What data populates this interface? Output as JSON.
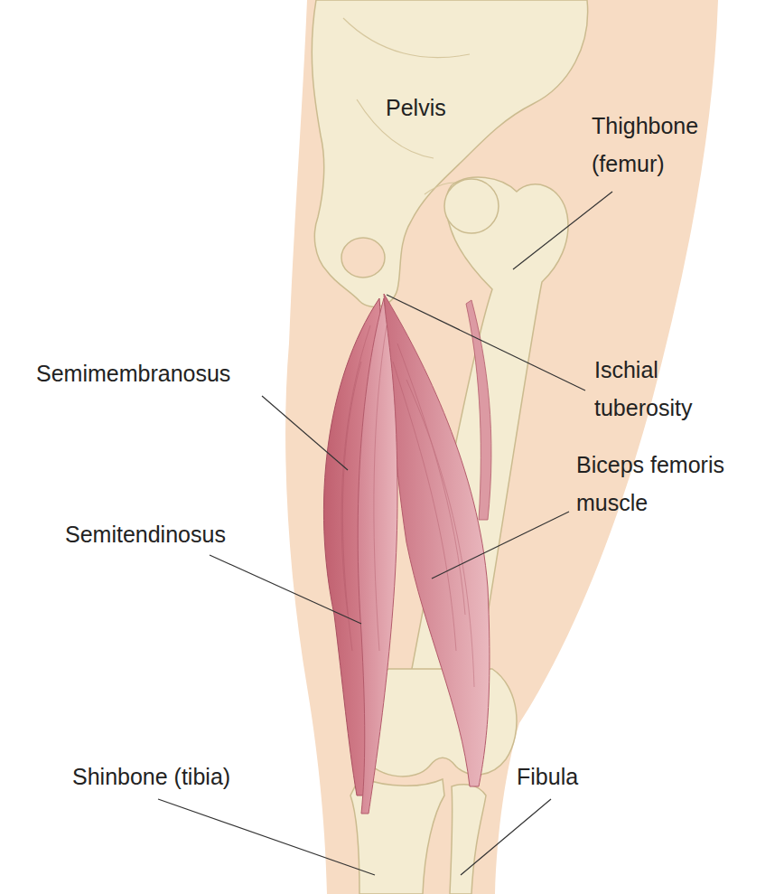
{
  "diagram": {
    "labels": [
      "Pelvis",
      "Thighbone (femur)",
      "Semimembranosus",
      "Ischial tuberosity",
      "Biceps femoris muscle",
      "Semitendinosus",
      "Shinbone (tibia)",
      "Fibula"
    ]
  }
}
